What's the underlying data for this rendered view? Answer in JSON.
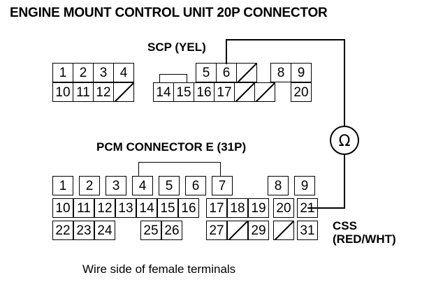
{
  "title": "ENGINE MOUNT CONTROL UNIT 20P CONNECTOR",
  "scp_label": "SCP (YEL)",
  "pcm_label": "PCM CONNECTOR E (31P)",
  "css_label_line1": "CSS",
  "css_label_line2": "(RED/WHT)",
  "footer": "Wire side of female terminals",
  "ohmmeter_symbol": "Ω",
  "emcu_connector": {
    "row1": [
      "1",
      "2",
      "3",
      "4",
      "",
      "5",
      "6",
      "",
      "8",
      "9"
    ],
    "row2": [
      "10",
      "11",
      "12",
      "",
      "14",
      "15",
      "16",
      "17",
      "",
      "",
      "20"
    ]
  },
  "pcm_connector": {
    "row1": [
      "1",
      "2",
      "3",
      "4",
      "5",
      "6",
      "7",
      "8",
      "9"
    ],
    "row2": [
      "10",
      "11",
      "12",
      "13",
      "14",
      "15",
      "16",
      "17",
      "18",
      "19",
      "20",
      "21"
    ],
    "row3": [
      "22",
      "23",
      "24",
      "25",
      "26",
      "27",
      "",
      "29",
      "",
      "31"
    ]
  }
}
